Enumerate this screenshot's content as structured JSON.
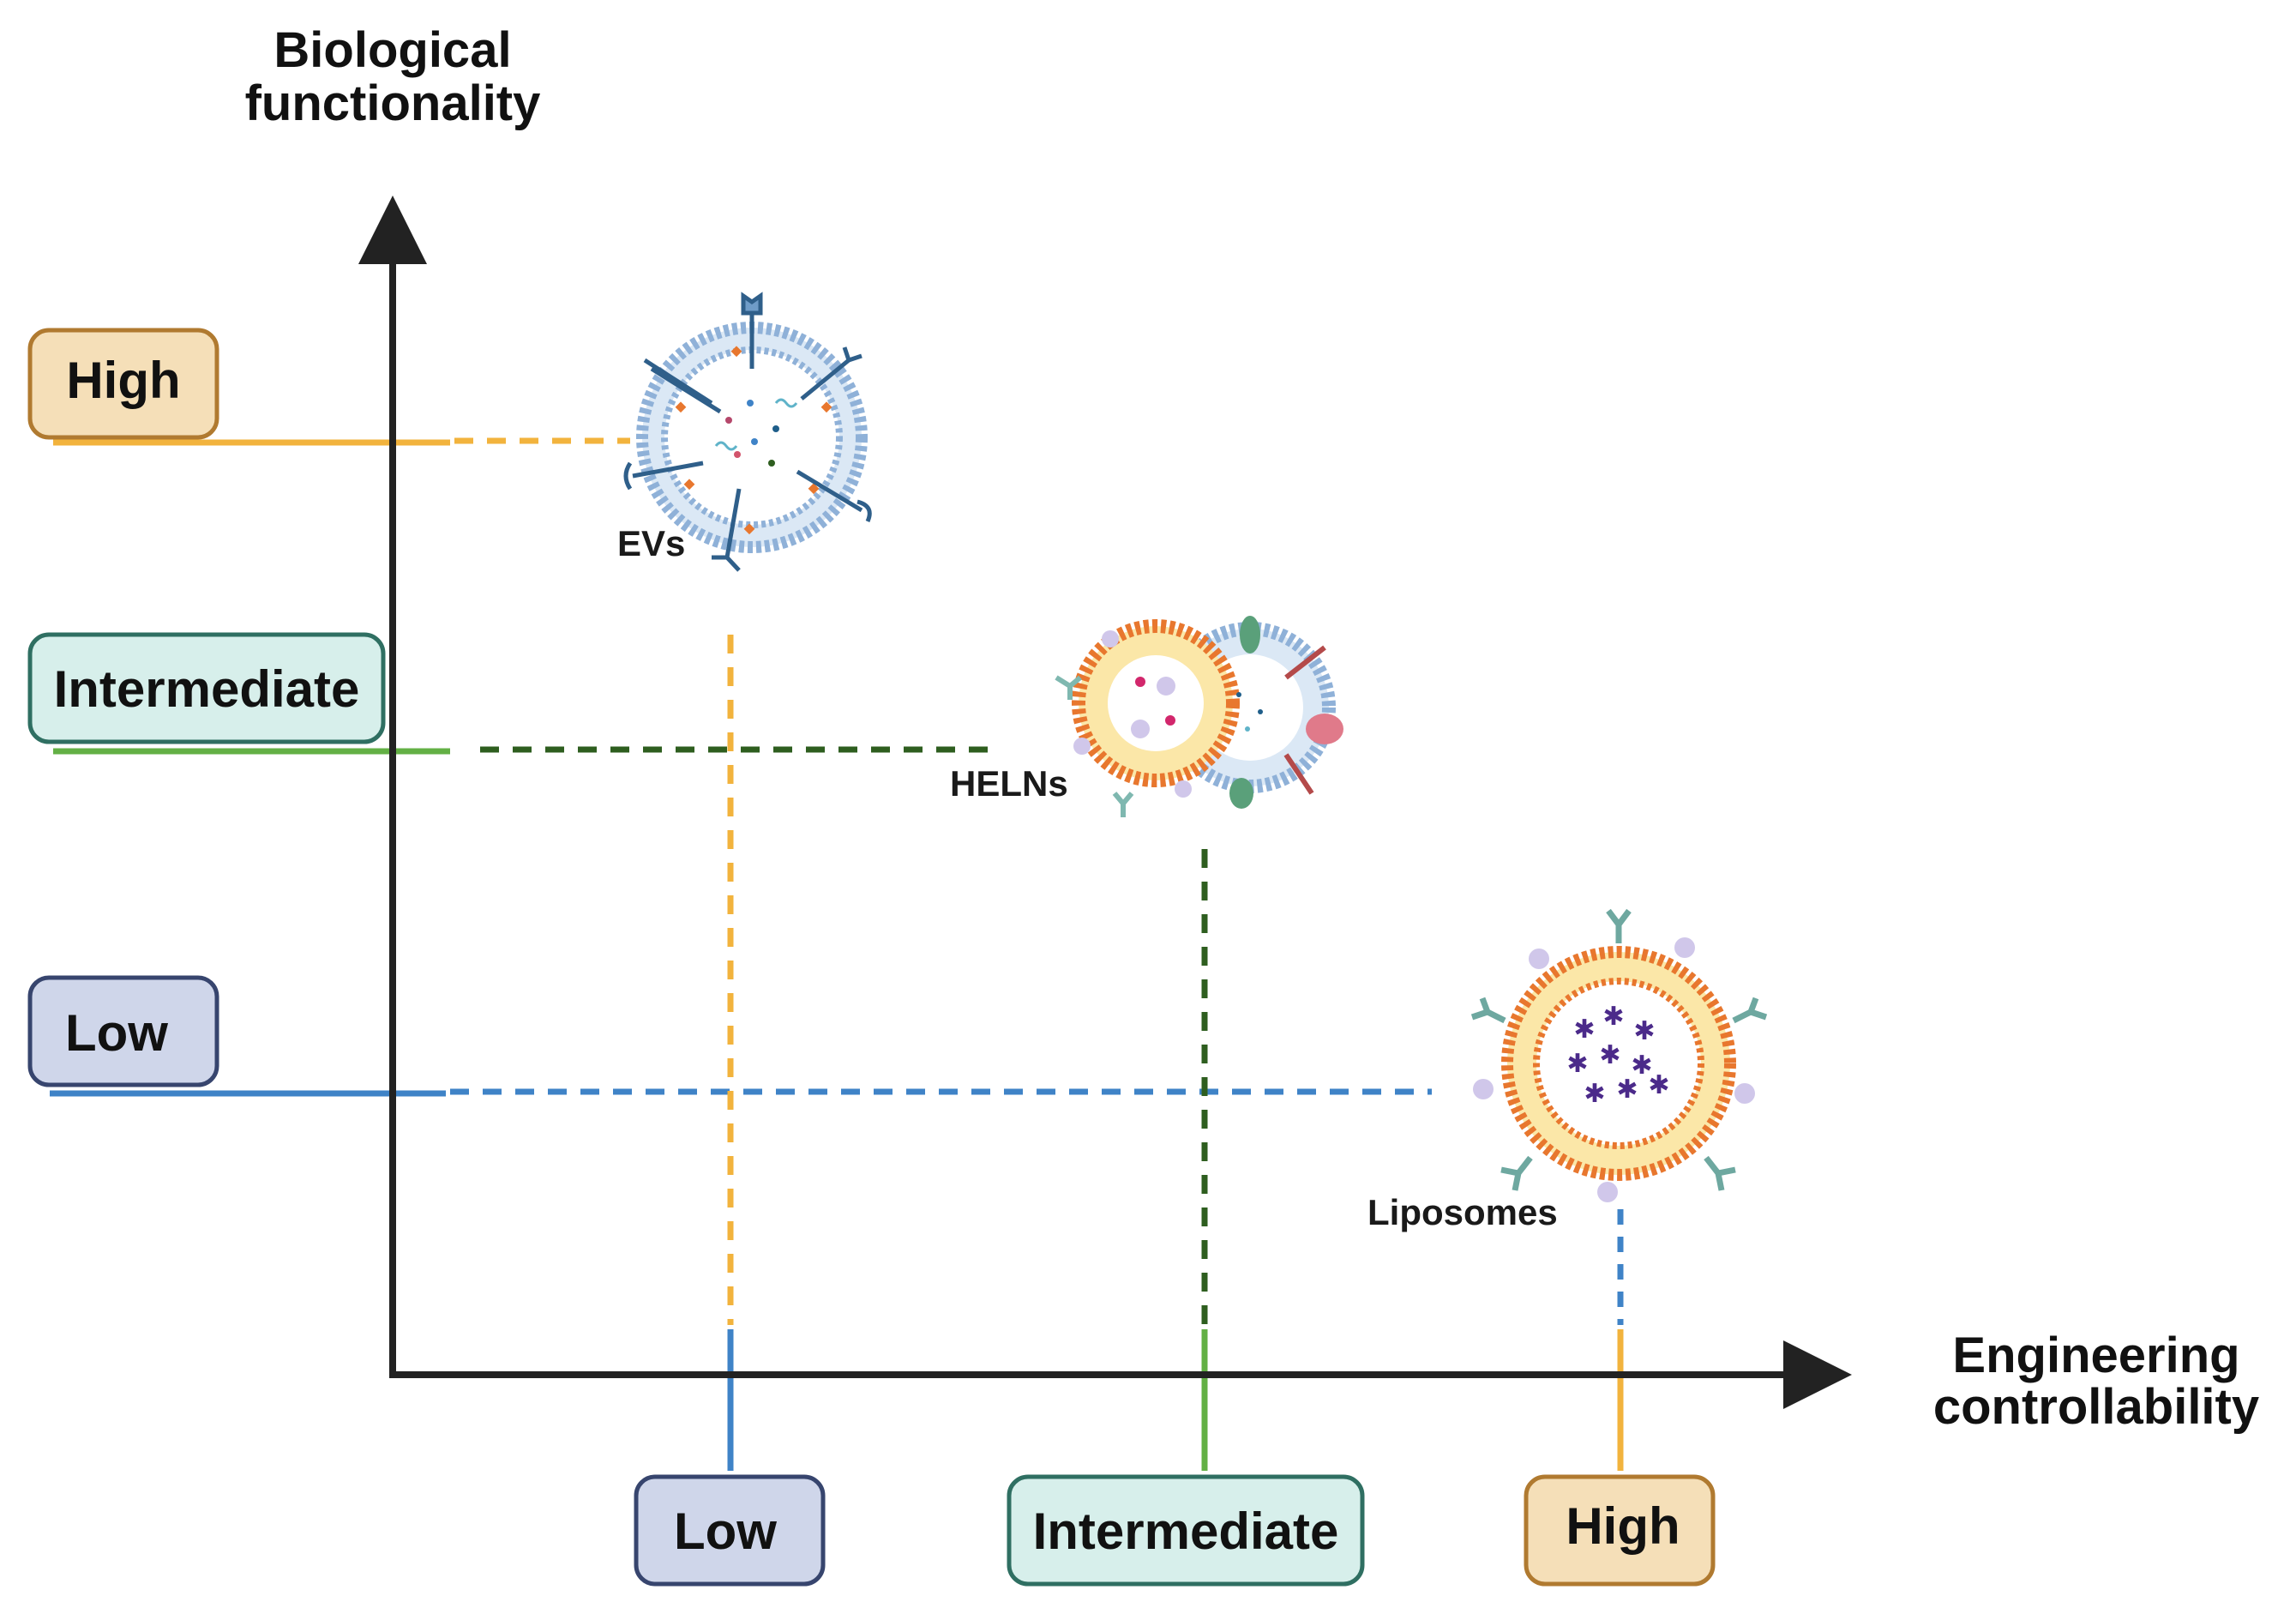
{
  "y_axis": {
    "title_line1": "Biological",
    "title_line2": "functionality"
  },
  "x_axis": {
    "title_line1": "Engineering",
    "title_line2": "controllability"
  },
  "y_levels": [
    {
      "label": "High",
      "fill": "#f5dfb8",
      "stroke": "#b07a30"
    },
    {
      "label": "Intermediate",
      "fill": "#d7efeb",
      "stroke": "#2f6f62"
    },
    {
      "label": "Low",
      "fill": "#cfd6ea",
      "stroke": "#37456e"
    }
  ],
  "x_levels": [
    {
      "label": "Low",
      "fill": "#cfd6ea",
      "stroke": "#37456e"
    },
    {
      "label": "Intermediate",
      "fill": "#d7efeb",
      "stroke": "#2f6f62"
    },
    {
      "label": "High",
      "fill": "#f5dfb8",
      "stroke": "#b07a30"
    }
  ],
  "particles": [
    {
      "label": "EVs",
      "biological_functionality": "High",
      "engineering_controllability": "Low"
    },
    {
      "label": "HELNs",
      "biological_functionality": "Intermediate",
      "engineering_controllability": "Intermediate"
    },
    {
      "label": "Liposomes",
      "biological_functionality": "Low",
      "engineering_controllability": "High"
    }
  ],
  "colors": {
    "axis": "#222222",
    "orange_line": "#f2b33d",
    "green_line": "#63b045",
    "dark_green_dash": "#2e5e1f",
    "blue_line": "#3f83c7",
    "membrane_blue": "#8fb1d8",
    "membrane_orange": "#e8772e",
    "core_yellow": "#fbe7a8"
  }
}
